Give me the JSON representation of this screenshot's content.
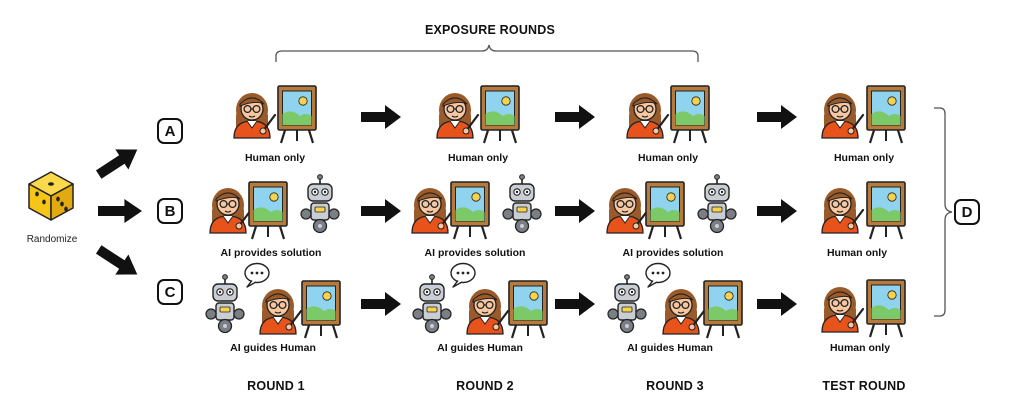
{
  "header": {
    "title": "EXPOSURE ROUNDS"
  },
  "randomize": {
    "label": "Randomize",
    "icon": "dice-icon"
  },
  "groups": [
    {
      "letter": "A",
      "labels": [
        "Human only",
        "Human only",
        "Human only",
        "Human only"
      ]
    },
    {
      "letter": "B",
      "labels": [
        "AI provides solution",
        "AI provides solution",
        "AI provides solution",
        "Human only"
      ]
    },
    {
      "letter": "C",
      "labels": [
        "AI guides Human",
        "AI guides Human",
        "AI guides Human",
        "Human only"
      ]
    }
  ],
  "rounds": [
    "ROUND 1",
    "ROUND 2",
    "ROUND 3",
    "TEST ROUND"
  ],
  "outcome": {
    "letter": "D"
  },
  "colors": {
    "dice": "#f5c518",
    "hair": "#9a5a2a",
    "skin": "#f6c7a1",
    "shirt": "#e8531c",
    "easel": "#b57a3c",
    "canvas_sky": "#8fd3ef",
    "canvas_land": "#7cc96a",
    "robot_body": "#c9ced4",
    "robot_dark": "#7a7f86"
  }
}
